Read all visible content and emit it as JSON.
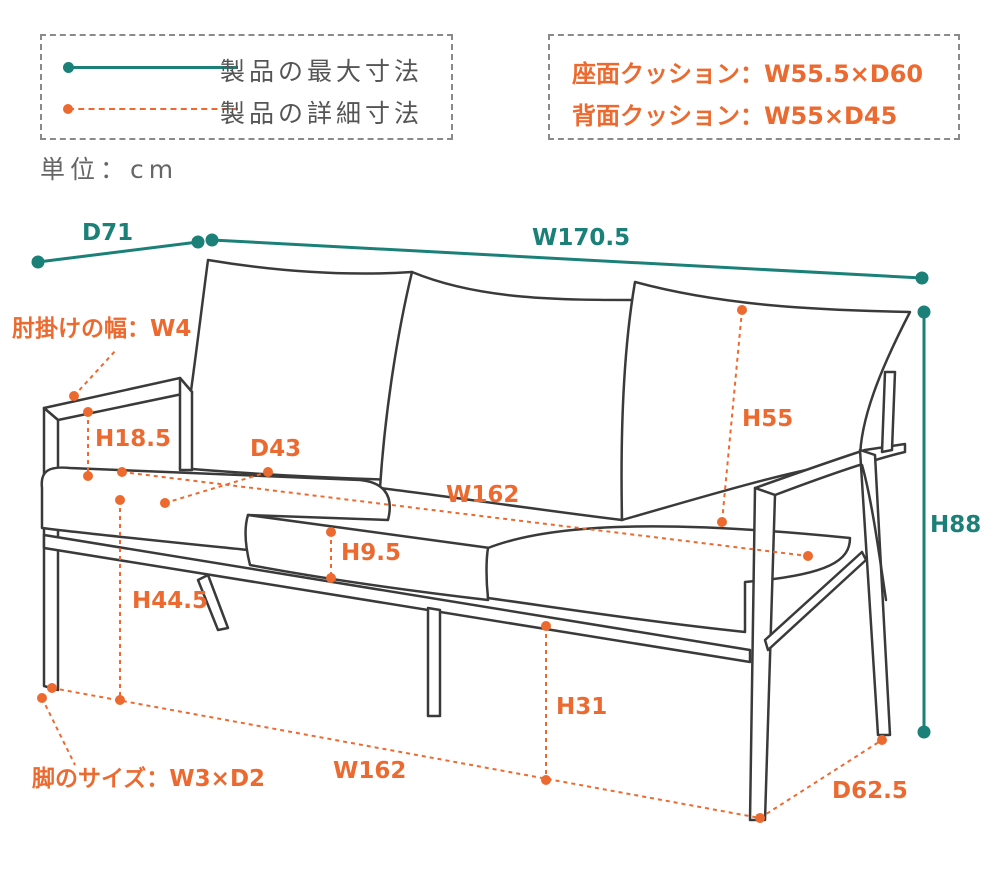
{
  "legend": {
    "max_dimension_label": "製品の最大寸法",
    "detail_dimension_label": "製品の詳細寸法"
  },
  "cushions": {
    "seat": "座面クッション：W55.5×D60",
    "back": "背面クッション：W55×D45"
  },
  "unit": "単位：cm",
  "dimensions": {
    "depth_total": "D71",
    "width_total": "W170.5",
    "height_total": "H88",
    "armrest_width": "肘掛けの幅：W4",
    "armrest_height": "H18.5",
    "seat_depth": "D43",
    "seat_width": "W162",
    "seat_cushion_thickness": "H9.5",
    "seat_height": "H44.5",
    "back_cushion_height": "H55",
    "under_height": "H31",
    "bottom_width": "W162",
    "leg_size": "脚のサイズ：W3×D2",
    "bottom_depth": "D62.5"
  },
  "colors": {
    "max_dimension": "#1b8078",
    "detail_dimension": "#ec6a30",
    "sofa_outline": "#3a3a3a"
  }
}
